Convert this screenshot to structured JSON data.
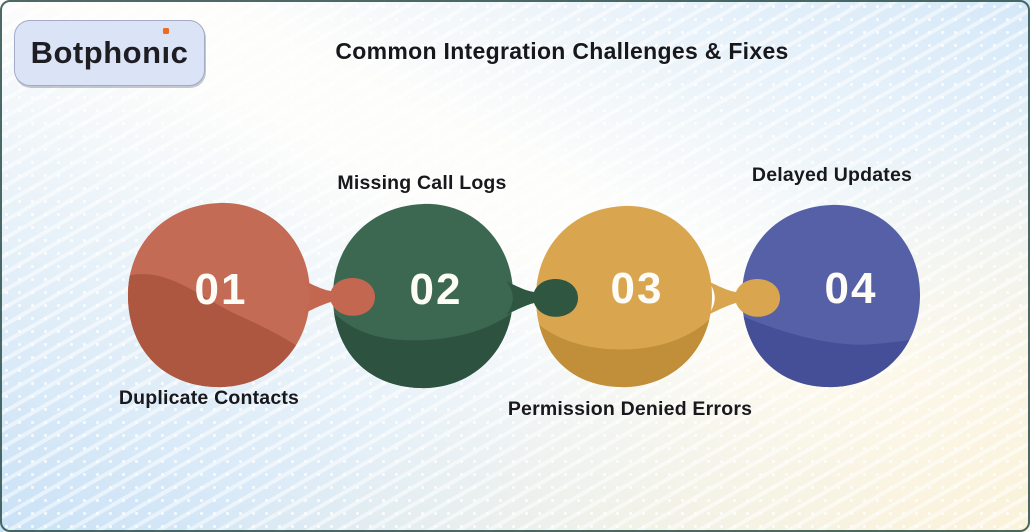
{
  "header": {
    "logo": {
      "text": "Botphonic",
      "text_pre": "Botphon",
      "text_i_stem": "ı",
      "text_suffix": "c",
      "dot_color": "#f1691d",
      "badge_bg": "#dbe3f7"
    },
    "title": "Common Integration Challenges & Fixes"
  },
  "diagram": {
    "steps": [
      {
        "number": "01",
        "label": "Duplicate Contacts",
        "label_position": "below",
        "color_light": "#c46b55",
        "color_dark": "#ad5640",
        "color_connector": "#c36751"
      },
      {
        "number": "02",
        "label": "Missing Call Logs",
        "label_position": "above",
        "color_light": "#3c6852",
        "color_dark": "#2d5340",
        "color_connector": "#2e5641"
      },
      {
        "number": "03",
        "label": "Permission Denied Errors",
        "label_position": "below",
        "color_light": "#d9a64f",
        "color_dark": "#c18f3a",
        "color_connector": "#d9a54e"
      },
      {
        "number": "04",
        "label": "Delayed Updates",
        "label_position": "above",
        "color_light": "#5660a6",
        "color_dark": "#454f97"
      }
    ]
  },
  "background": {
    "tint_blue": "#cfe3f7",
    "tint_cream": "#faf1d9",
    "frame_color": "#2d4f4a"
  }
}
